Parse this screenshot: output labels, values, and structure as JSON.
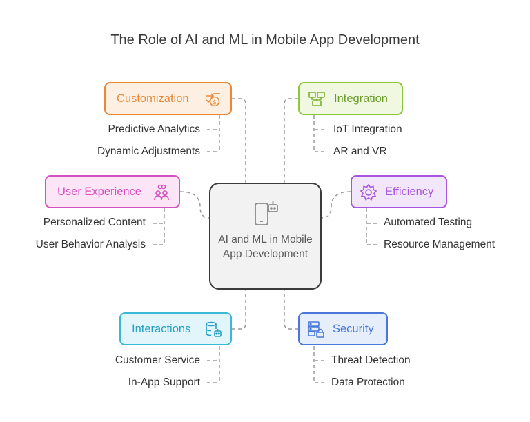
{
  "title": "The Role of AI and ML in Mobile App Development",
  "center": {
    "label": "AI and ML in Mobile App Development"
  },
  "categories": {
    "customization": {
      "label": "Customization",
      "color": "#e8883a",
      "bg": "#fdf0e2",
      "items": [
        "Predictive Analytics",
        "Dynamic Adjustments"
      ],
      "icon": "money-exchange-icon"
    },
    "integration": {
      "label": "Integration",
      "color": "#8cc83a",
      "bg": "#f0f8e2",
      "items": [
        "IoT Integration",
        "AR and VR"
      ],
      "icon": "network-devices-icon"
    },
    "user_experience": {
      "label": "User Experience",
      "color": "#d64fc0",
      "bg": "#fbe5f6",
      "items": [
        "Personalized Content",
        "User Behavior Analysis"
      ],
      "icon": "users-icon"
    },
    "efficiency": {
      "label": "Efficiency",
      "color": "#a855e0",
      "bg": "#f2e6fb",
      "items": [
        "Automated Testing",
        "Resource Management"
      ],
      "icon": "gear-icon"
    },
    "interactions": {
      "label": "Interactions",
      "color": "#3ab8d8",
      "bg": "#e2f5fb",
      "items": [
        "Customer Service",
        "In-App Support"
      ],
      "icon": "database-bot-icon"
    },
    "security": {
      "label": "Security",
      "color": "#4a78d8",
      "bg": "#e6eefb",
      "items": [
        "Threat Detection",
        "Data Protection"
      ],
      "icon": "server-lock-icon"
    }
  }
}
